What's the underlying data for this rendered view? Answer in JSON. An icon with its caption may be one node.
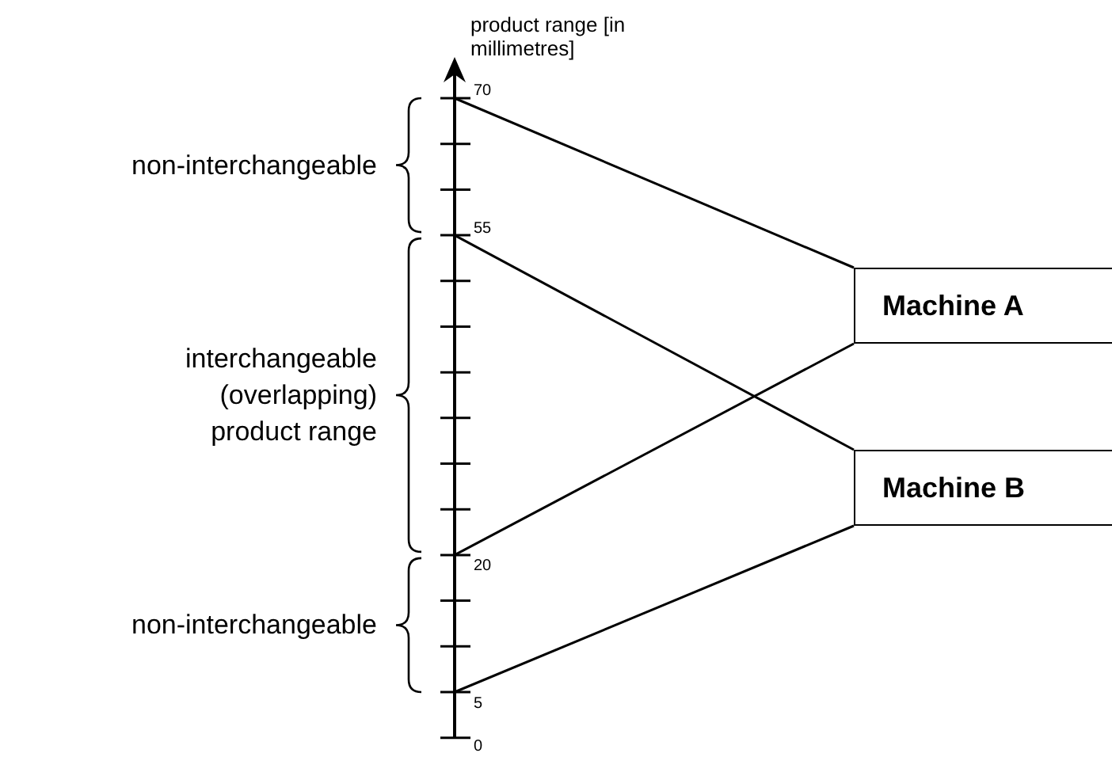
{
  "diagram": {
    "nodes": [
      {
        "text": [
          "70"
        ]
      },
      {
        "text": [
          "55"
        ]
      },
      {
        "text": [
          "Machine A"
        ]
      },
      {
        "text": [
          "Machine B"
        ]
      },
      {
        "text": [
          "20"
        ]
      },
      {
        "text": [
          "5"
        ]
      }
    ],
    "edges": [
      {
        "from": 0,
        "to": 2,
        "arrow": "none"
      },
      {
        "from": 1,
        "to": 3,
        "arrow": "none"
      },
      {
        "from": 4,
        "to": 2,
        "arrow": "none"
      },
      {
        "from": 5,
        "to": 3,
        "arrow": "none"
      }
    ],
    "labels": [
      "product range [in millimetres]",
      "non-interchangeable",
      "interchangeable (overlapping) product range",
      "non-interchangeable",
      "0"
    ]
  }
}
